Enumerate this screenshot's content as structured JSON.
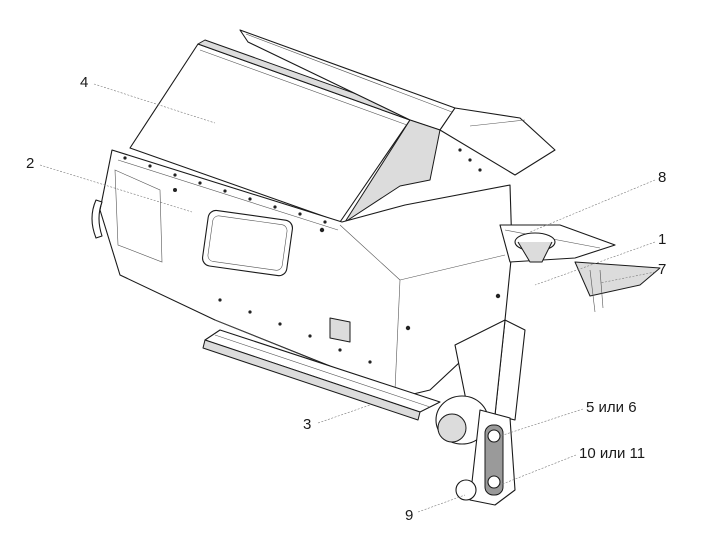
{
  "callouts": {
    "c4": "4",
    "c2": "2",
    "c8": "8",
    "c1": "1",
    "c7": "7",
    "c3": "3",
    "c56": "5 или 6",
    "c1011": "10 или 11",
    "c9": "9"
  }
}
